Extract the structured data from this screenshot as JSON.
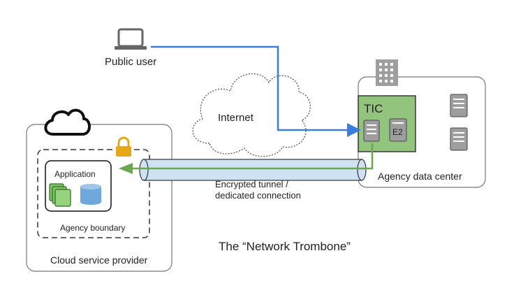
{
  "labels": {
    "public_user": "Public user",
    "internet": "Internet",
    "tic": "TIC",
    "e2": "E2",
    "application": "Application",
    "agency_boundary": "Agency boundary",
    "cloud_service_provider": "Cloud service provider",
    "agency_data_center": "Agency data center",
    "tunnel_line1": "Encrypted tunnel /",
    "tunnel_line2": "dedicated connection",
    "title": "The “Network Trombone”"
  },
  "colors": {
    "public_path": "#3b7ddd",
    "return_path": "#6aa84f",
    "tic_fill": "#93c47d",
    "tunnel_fill": "#cfe2f3",
    "lock": "#e6a817",
    "server": "#9e9e9e",
    "app_stack": "#7fc46a",
    "database": "#6fa8dc"
  },
  "icons": [
    "laptop-icon",
    "cloud-icon",
    "lock-icon",
    "building-icon",
    "server-icon",
    "database-icon",
    "app-stack-icon"
  ]
}
